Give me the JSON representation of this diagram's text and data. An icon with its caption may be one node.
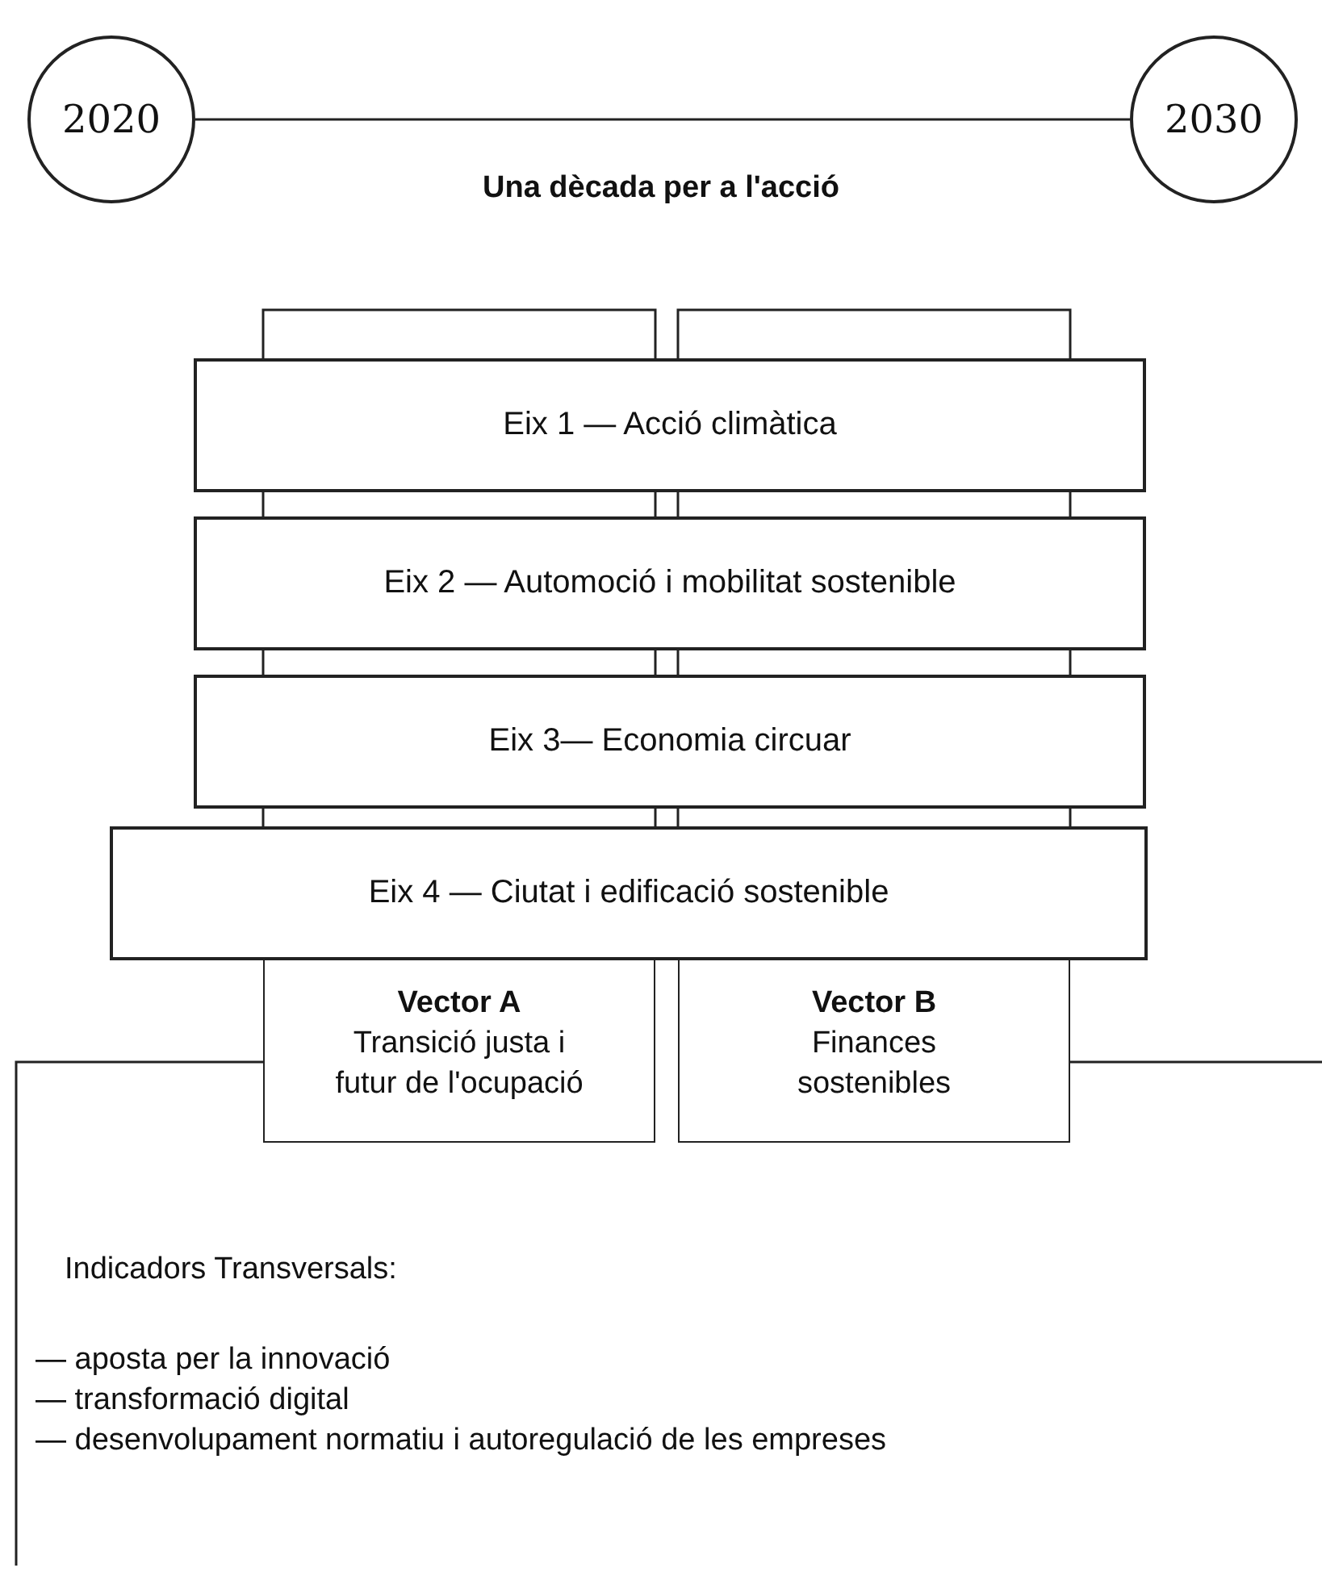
{
  "diagram": {
    "title": "Una dècada per a l'acció",
    "nodes": [
      {
        "text": [
          "2020"
        ]
      },
      {
        "text": [
          "2030"
        ]
      },
      {
        "text": [
          "Vector A",
          "Transició justa i futur de l'ocupació"
        ]
      },
      {
        "text": [
          "Vector B",
          "Finances sostenibles"
        ]
      },
      {
        "text": [
          "Eix 1 — Acció climàtica"
        ]
      },
      {
        "text": [
          "Eix 2 — Automoció i mobilitat sostenible"
        ]
      },
      {
        "text": [
          "Eix 3— Economia circuar"
        ]
      },
      {
        "text": [
          "Eix 4 — Ciutat i edificació sostenible"
        ]
      }
    ],
    "edges": [
      {
        "from": 0,
        "to": 1,
        "arrow": "none"
      }
    ],
    "labels": [
      "Indicadors Transversals:",
      "— aposta per la innovació",
      "— transformació digital",
      "— desenvolupament normatiu i autoregulació de les empreses"
    ]
  }
}
